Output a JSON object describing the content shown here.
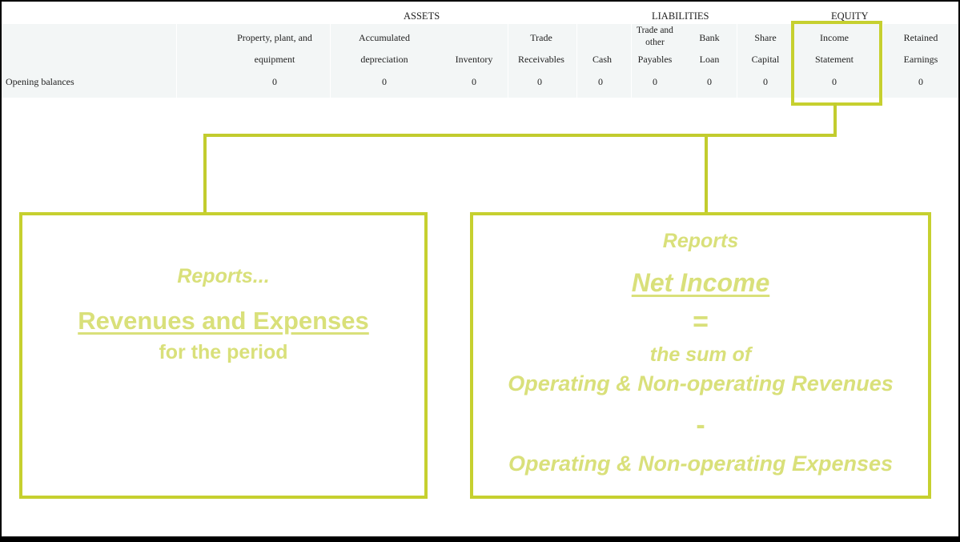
{
  "groups": {
    "assets": "ASSETS",
    "liabilities": "LIABILITIES",
    "equity": "EQUITY"
  },
  "columns": [
    {
      "line1": "Property, plant, and",
      "line2": "equipment"
    },
    {
      "line1": "Accumulated",
      "line2": "depreciation"
    },
    {
      "line1": "",
      "line2": "Inventory"
    },
    {
      "line1": "Trade",
      "line2": "Receivables"
    },
    {
      "line1": "",
      "line2": "Cash"
    },
    {
      "line1": "Trade and other",
      "line2": "Payables"
    },
    {
      "line1": "Bank",
      "line2": "Loan"
    },
    {
      "line1": "Share",
      "line2": "Capital"
    },
    {
      "line1": "Income",
      "line2": "Statement"
    },
    {
      "line1": "Retained",
      "line2": "Earnings"
    }
  ],
  "row": {
    "label": "Opening balances",
    "values": [
      "0",
      "0",
      "0",
      "0",
      "0",
      "0",
      "0",
      "0",
      "0",
      "0"
    ]
  },
  "left_box": {
    "reports": "Reports...",
    "heading": "Revenues and Expenses",
    "subheading": "for the period"
  },
  "right_box": {
    "reports": "Reports",
    "heading": "Net Income",
    "equals": "=",
    "line1": "the sum of",
    "line2": "Operating & Non-operating Revenues",
    "minus": "-",
    "line3": "Operating & Non-operating Expenses"
  },
  "colors": {
    "accent": "#c6d02f",
    "text_accent": "#d9e07a",
    "table_bg": "#f3f6f6"
  }
}
